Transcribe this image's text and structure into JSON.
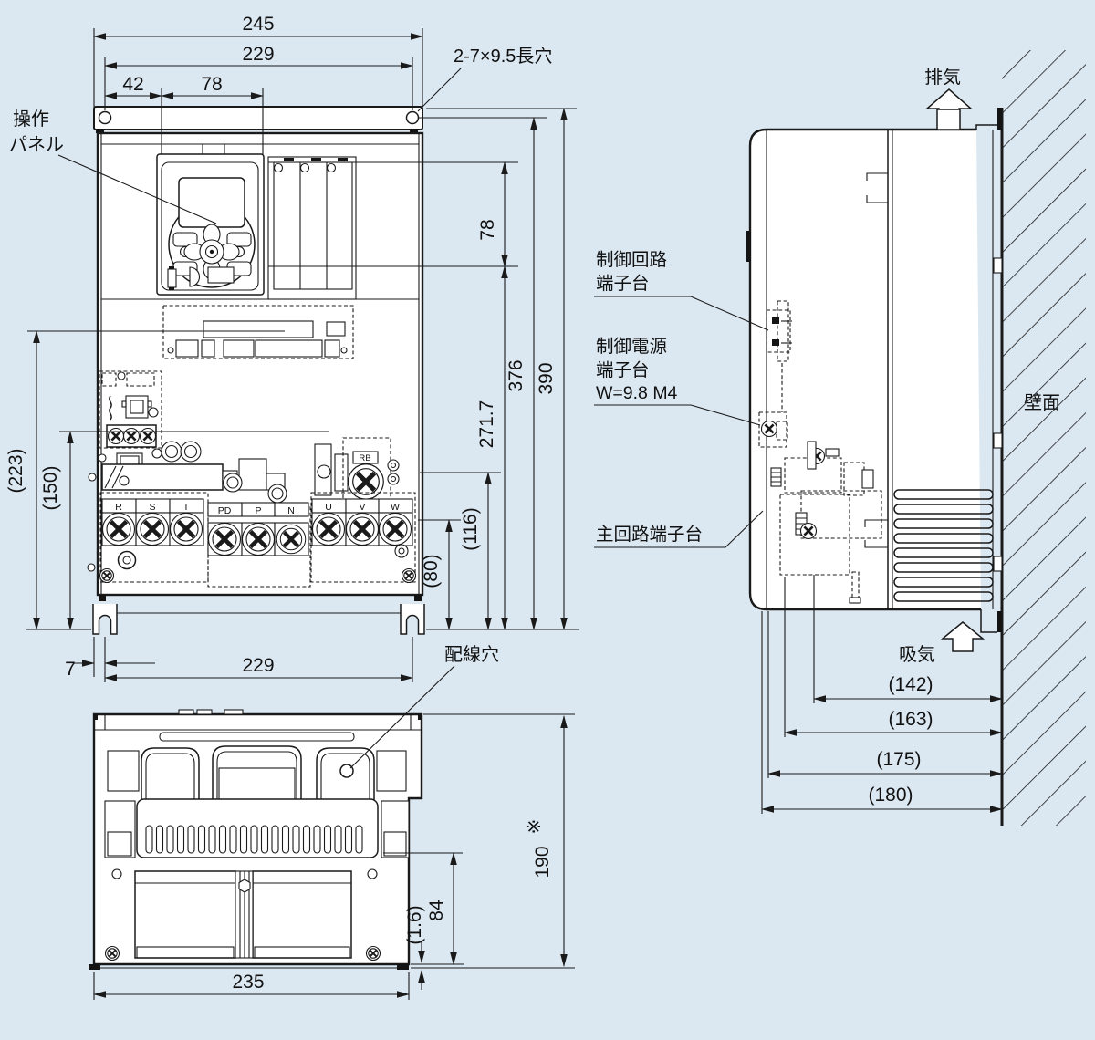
{
  "colors": {
    "background": "#dbe8f2",
    "line": "#1a1a1a"
  },
  "front_view": {
    "labels": {
      "operation_panel_l1": "操作",
      "operation_panel_l2": "パネル",
      "slot_hole": "2-7×9.5長穴"
    },
    "top_dims": {
      "overall_width": "245",
      "hole_pitch": "229",
      "panel_offset": "42",
      "panel_width": "78"
    },
    "right_dims": {
      "keypad_height": "78",
      "terminal_height": "271.7",
      "hole_height": "376",
      "overall_height": "390",
      "d80": "(80)",
      "d116": "(116)"
    },
    "left_dims": {
      "d223": "(223)",
      "d150": "(150)"
    },
    "bottom_dims": {
      "edge_offset": "7",
      "hole_pitch": "229"
    },
    "terminal_labels": [
      "R",
      "S",
      "T",
      "PD",
      "P",
      "N",
      "U",
      "V",
      "W"
    ],
    "rb_label": "RB"
  },
  "bottom_view": {
    "labels": {
      "wiring_hole": "配線穴"
    },
    "dims": {
      "width": "235",
      "heatsink_height": "84",
      "plate_thickness": "(1.6)",
      "depth": "190",
      "ref_mark": "※"
    }
  },
  "side_view": {
    "labels": {
      "exhaust": "排気",
      "intake": "吸気",
      "wall": "壁面",
      "ctrl_circuit_l1": "制御回路",
      "ctrl_circuit_l2": "端子台",
      "ctrl_power_l1": "制御電源",
      "ctrl_power_l2": "端子台",
      "ctrl_power_l3": "W=9.8 M4",
      "main_circuit": "主回路端子台"
    },
    "dims": {
      "d142": "(142)",
      "d163": "(163)",
      "d175": "(175)",
      "d180": "(180)"
    }
  }
}
